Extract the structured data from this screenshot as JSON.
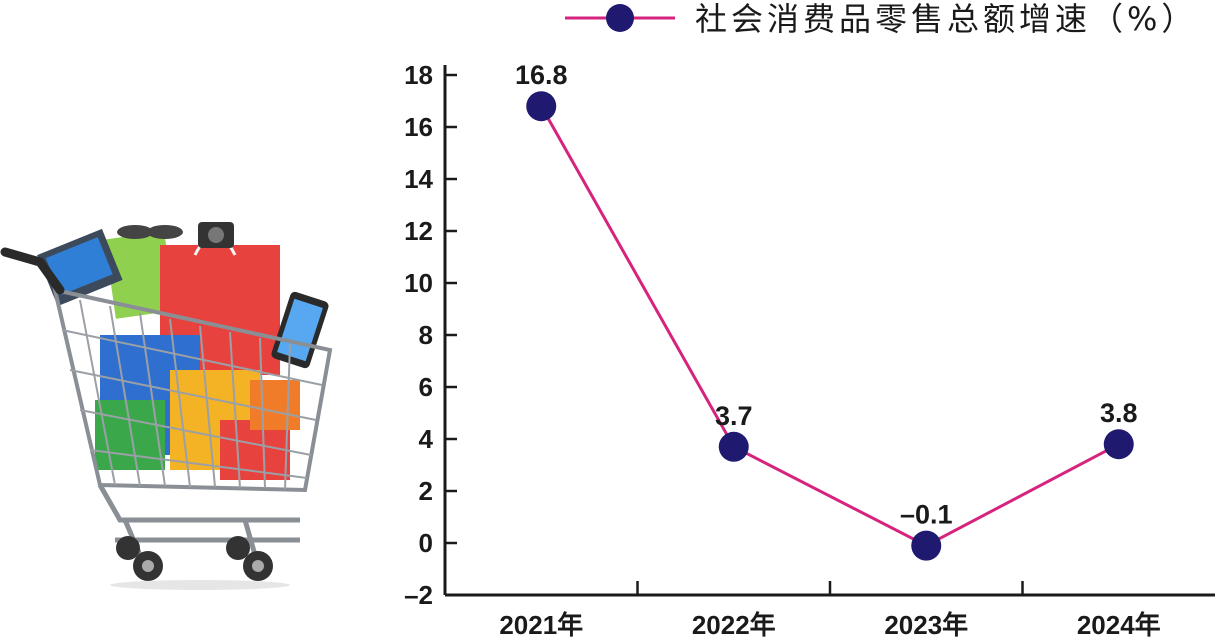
{
  "chart_data": {
    "type": "line",
    "categories": [
      "2021年",
      "2022年",
      "2023年",
      "2024年"
    ],
    "series": [
      {
        "name": "社会消费品零售总额增速（%）",
        "values": [
          16.8,
          3.7,
          -0.1,
          3.8
        ]
      }
    ],
    "data_labels": [
      "16.8",
      "3.7",
      "–0.1",
      "3.8"
    ],
    "y_ticks": [
      18,
      16,
      14,
      12,
      10,
      8,
      6,
      4,
      2,
      0,
      -2
    ],
    "y_tick_labels": [
      "18",
      "16",
      "14",
      "12",
      "10",
      "8",
      "6",
      "4",
      "2",
      "0",
      "–2"
    ],
    "ylim": [
      -2,
      18
    ],
    "grid": false,
    "legend_position": "top-right",
    "colors": {
      "line": "#d6247e",
      "marker": "#1f1970",
      "axis": "#1a1a1a"
    }
  }
}
